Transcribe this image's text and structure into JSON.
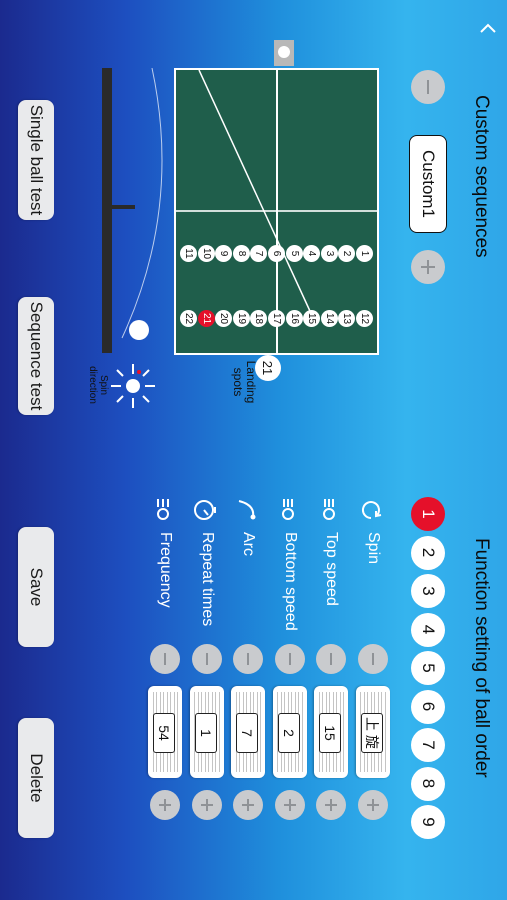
{
  "colors": {
    "accent_red": "#e5102a",
    "table_green": "#1f5e4b",
    "button_gray": "#e9eaec"
  },
  "left_panel": {
    "title": "Custom sequences",
    "custom_name": "Custom1",
    "minus_icon": "minus-icon",
    "plus_icon": "plus-icon",
    "landing_spots_label": "Landing spots",
    "selected_spot": "21",
    "spin_direction_label": "Spin direction",
    "table": {
      "row_near": [
        "1",
        "2",
        "3",
        "4",
        "5",
        "6",
        "7",
        "8",
        "9",
        "10",
        "11"
      ],
      "row_far": [
        "12",
        "13",
        "14",
        "15",
        "16",
        "17",
        "18",
        "19",
        "20",
        "21",
        "22"
      ],
      "active_spot": "21"
    }
  },
  "right_panel": {
    "title": "Function setting of ball order",
    "order": [
      "1",
      "2",
      "3",
      "4",
      "5",
      "6",
      "7",
      "8",
      "9"
    ],
    "active_order": "1",
    "params": [
      {
        "label": "Spin",
        "icon": "rotate-icon",
        "value": "上 旋"
      },
      {
        "label": "Top speed",
        "icon": "top-speed-icon",
        "value": "15"
      },
      {
        "label": "Bottom speed",
        "icon": "bottom-speed-icon",
        "value": "2"
      },
      {
        "label": "Arc",
        "icon": "arc-icon",
        "value": "7"
      },
      {
        "label": "Repeat times",
        "icon": "timer-icon",
        "value": "1"
      },
      {
        "label": "Frequency",
        "icon": "frequency-icon",
        "value": "54"
      }
    ]
  },
  "bottom_bar": {
    "single_ball_test": "Single ball test",
    "sequence_test": "Sequence test",
    "save": "Save",
    "delete": "Delete"
  },
  "top_chevron": "chevron-up-icon"
}
